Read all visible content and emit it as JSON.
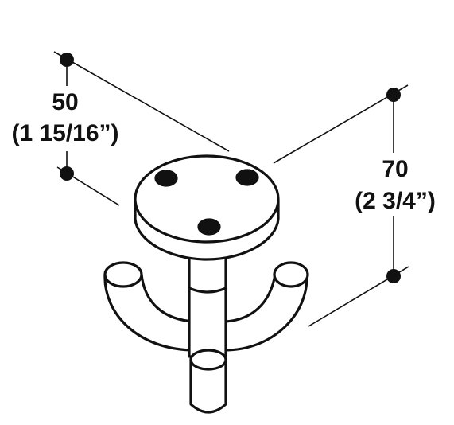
{
  "dimensions": {
    "depth": {
      "value": "50",
      "imperial": "(1 15/16”)"
    },
    "height": {
      "value": "70",
      "imperial": "(2 3/4”)"
    }
  },
  "colors": {
    "line": "#111111",
    "fill": "#ffffff"
  }
}
